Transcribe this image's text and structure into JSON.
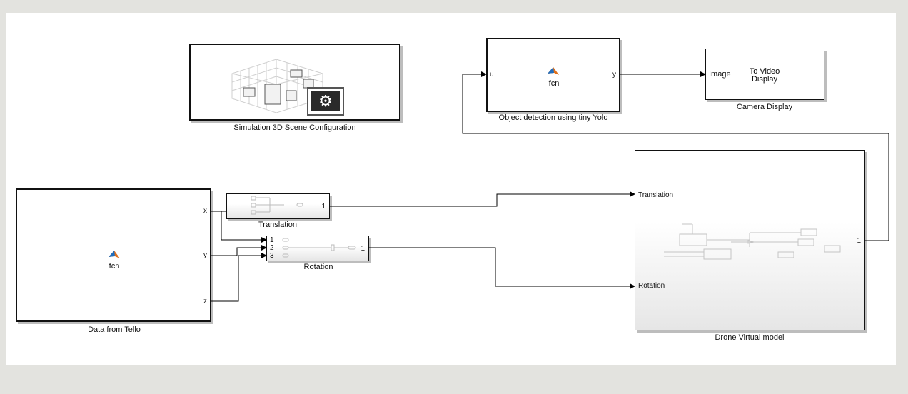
{
  "blocks": {
    "scene": {
      "caption": "Simulation 3D Scene Configuration"
    },
    "yolo": {
      "caption": "Object detection using tiny Yolo",
      "label": "fcn",
      "in_port": "u",
      "out_port": "y"
    },
    "camera": {
      "caption": "Camera Display",
      "in_port": "Image",
      "label": "To Video Display"
    },
    "tello": {
      "caption": "Data from Tello",
      "label": "fcn",
      "ports": [
        "x",
        "y",
        "z"
      ]
    },
    "translation": {
      "caption": "Translation",
      "out_port": "1"
    },
    "rotation": {
      "caption": "Rotation",
      "in_ports": [
        "1",
        "2",
        "3"
      ],
      "out_port": "1"
    },
    "drone": {
      "caption": "Drone Virtual model",
      "in_ports": [
        "Translation",
        "Rotation"
      ],
      "out_port": "1"
    }
  }
}
